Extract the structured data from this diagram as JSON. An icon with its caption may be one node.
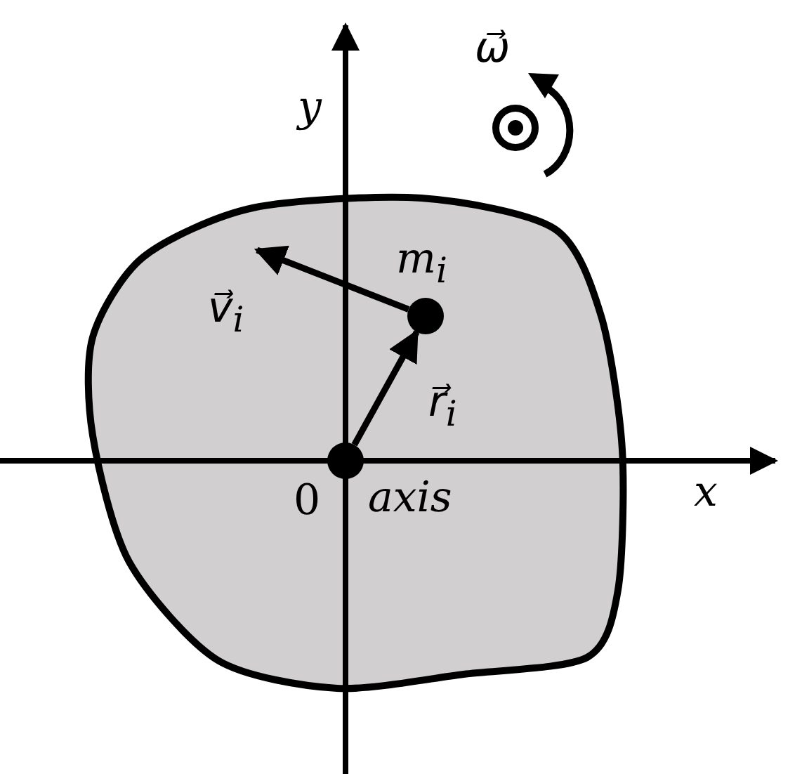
{
  "diagram": {
    "nodes": [
      {
        "text": [],
        "shape": "circle",
        "beside": [
          "0",
          "axis"
        ]
      },
      {
        "text": [],
        "shape": "circle",
        "beside": [
          "m$_{i}$"
        ]
      }
    ],
    "edges": [
      {
        "from": 0,
        "to": 1,
        "arrow": "to",
        "label": "r⃗$_{i}$"
      },
      {
        "from": 1,
        "to": null,
        "arrow": "to",
        "label": "v⃗$_{i}$"
      }
    ],
    "labels": [
      "ω⃗",
      "y",
      "x"
    ]
  }
}
